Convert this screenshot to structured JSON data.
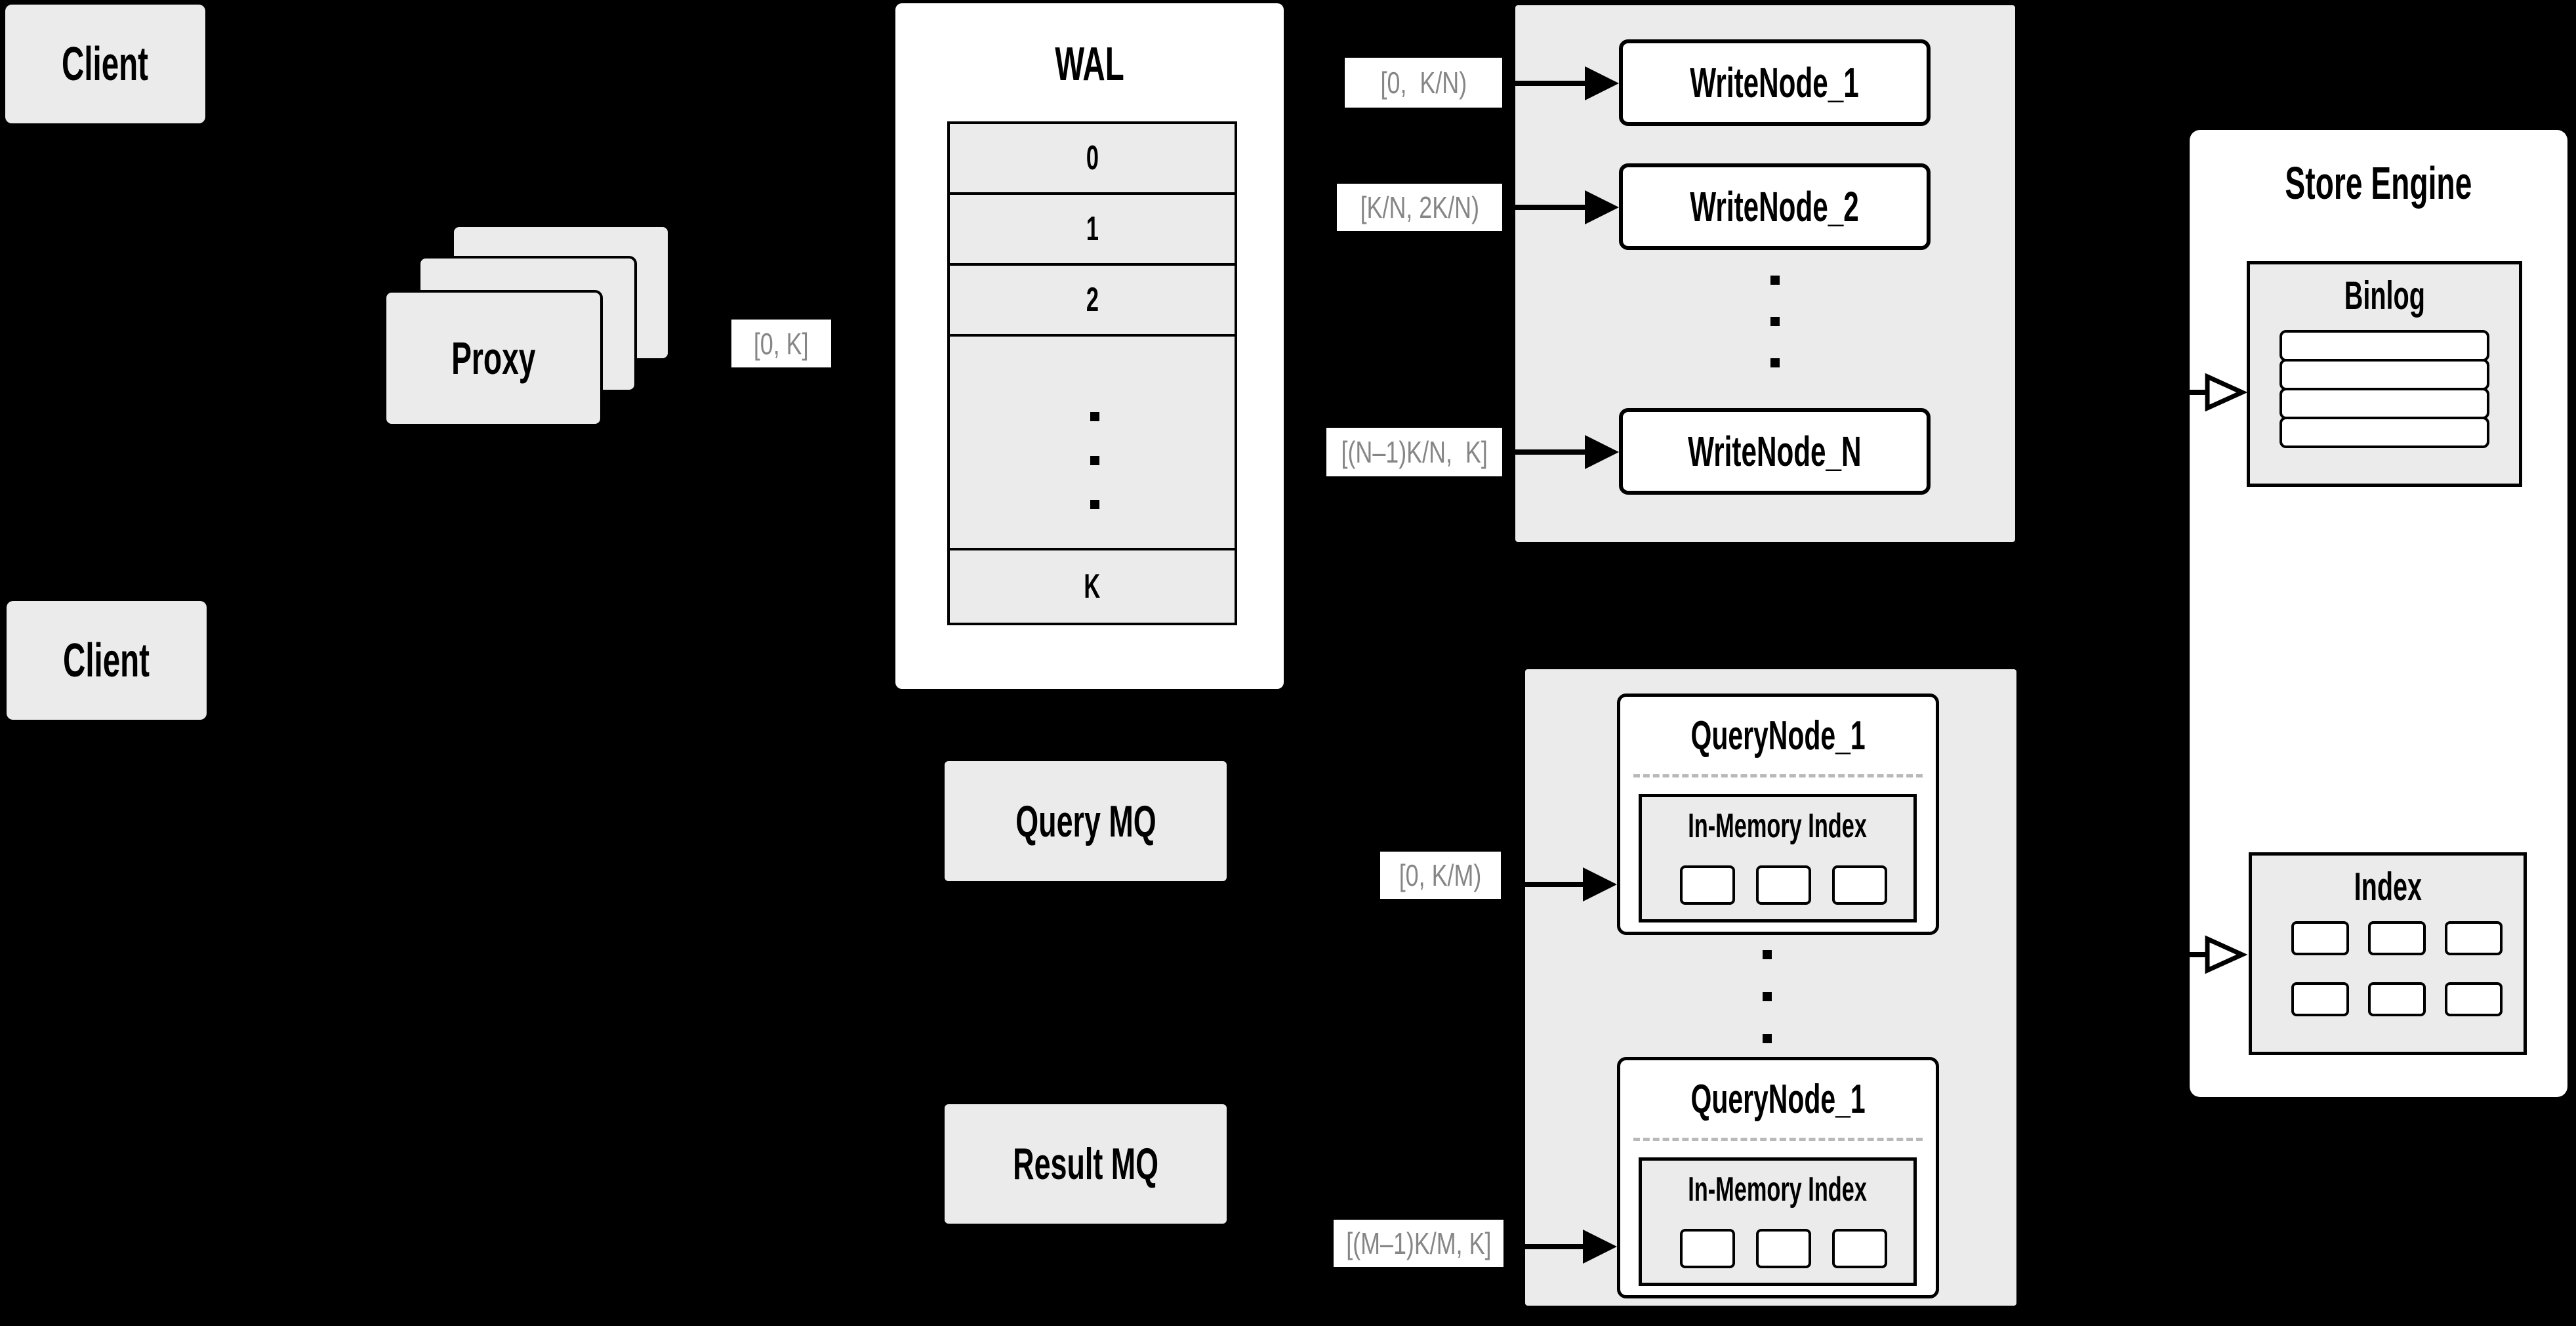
{
  "diagram": {
    "clients": {
      "top": "Client",
      "bottom": "Client"
    },
    "proxy": {
      "label": "Proxy"
    },
    "wal": {
      "title": "WAL",
      "rows": [
        "0",
        "1",
        "2"
      ],
      "last_row": "K"
    },
    "labels": {
      "client_to_wal": "[0, K]",
      "wal_to_wn1": "[0,  K/N)",
      "wal_to_wn2": "[K/N, 2K/N)",
      "wal_to_wnN": "[(N–1)K/N,  K]",
      "mq_to_qn1": "[0, K/M)",
      "mq_to_qn2": "[(M–1)K/M, K]"
    },
    "write_nodes": {
      "node1": "WriteNode_1",
      "node2": "WriteNode_2",
      "nodeN": "WriteNode_N"
    },
    "query_mq": "Query MQ",
    "result_mq": "Result MQ",
    "query_nodes": {
      "node1": "QueryNode_1",
      "node2": "QueryNode_1",
      "inmem1": "In-Memory Index",
      "inmem2": "In-Memory Index"
    },
    "store_engine": {
      "title": "Store Engine",
      "binlog": "Binlog",
      "index": "Index"
    },
    "colors": {
      "background": "#000000",
      "box_gray": "#ebebeb",
      "box_white": "#ffffff",
      "chip_text": "#868686",
      "line": "#000000"
    }
  }
}
